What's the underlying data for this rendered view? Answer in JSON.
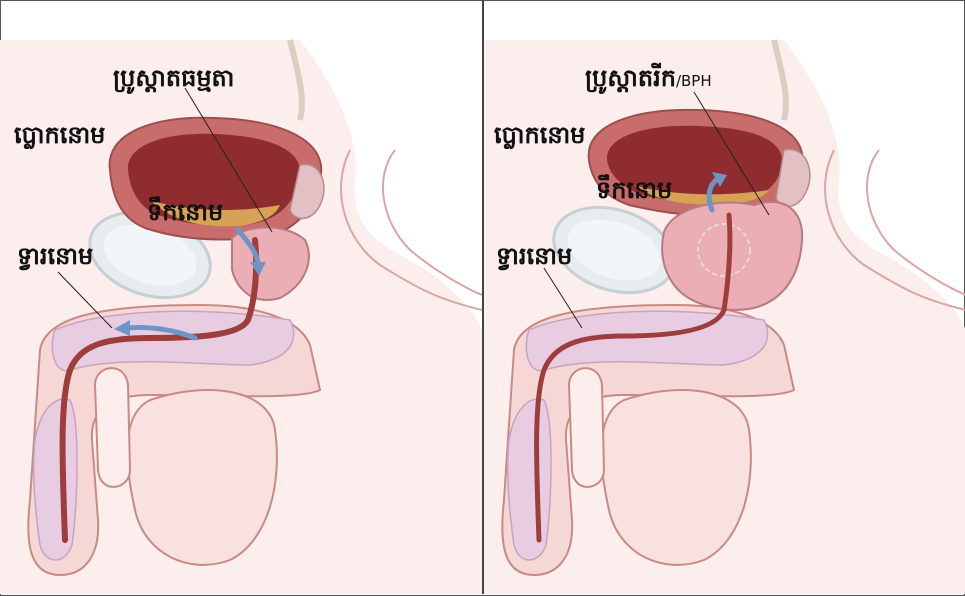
{
  "left_panel": {
    "label_prostate": "ប្រូស្តាតធម្មតា",
    "label_bladder": "ប្លោកនោម",
    "label_urine": "ទឹកនោម",
    "label_urethra": "ទ្វារនោម"
  },
  "right_panel": {
    "label_prostate_main": "ប្រូស្តាតរីក",
    "label_prostate_suffix": "/BPH",
    "label_bladder": "ប្លោកនោម",
    "label_urine": "ទឹកនោម",
    "label_urethra": "ទ្វារនោម"
  },
  "colors": {
    "skin": "#f8dfdc",
    "skin_outline": "#c98a86",
    "bladder_wall": "#c96d6c",
    "bladder_inner": "#8e2c2f",
    "bladder_fluid": "#d5a256",
    "bone": "#dfe6ea",
    "tissue": "#e5c9de",
    "prostate": "#ebaeb5",
    "urethra": "#9d3d3c",
    "arrow": "#6d95c7",
    "border": "#444444"
  }
}
